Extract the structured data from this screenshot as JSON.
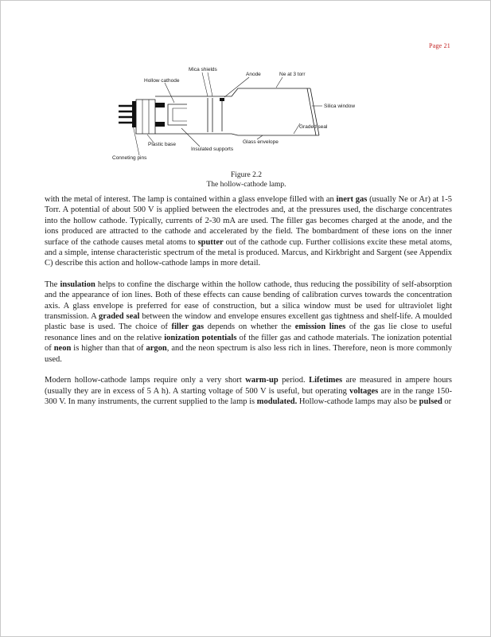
{
  "page": {
    "number_label": "Page 21"
  },
  "colors": {
    "page_number_red": "#c22020",
    "ink": "#1a1a1a"
  },
  "figure": {
    "caption_title": "Figure 2.2",
    "caption_text": "The hollow-cathode lamp.",
    "labels": {
      "mica_shields": "Mica shields",
      "anode": "Anode",
      "fill_gas": "Ne at 3 torr",
      "hollow_cathode": "Hollow cathode",
      "silica_window": "Silica window",
      "graded_seal": "Graded seal",
      "glass_envelope": "Glass envelope",
      "plastic_base": "Plastic base",
      "insulated_supports": "Insulated supports",
      "connecting_pins": "Conneting pins"
    }
  },
  "body": {
    "paragraphs": [
      {
        "runs": [
          {
            "t": "with the metal of interest. The lamp is contained within a glass envelope filled with an "
          },
          {
            "t": "inert gas",
            "b": true
          },
          {
            "t": " (usually Ne or Ar) at 1-5 Torr. A potential of about 500 V is applied between the electrodes and, at the pressures used, the discharge concentrates into the hollow cathode. Typically, currents of 2-30 mA are used. The filler gas becomes charged at the anode, and the ions produced are attracted to the cathode and accelerated by the field. The bombardment of these ions on the inner surface of the cathode causes metal atoms to "
          },
          {
            "t": "sputter",
            "b": true
          },
          {
            "t": " out of the cathode cup. Further collisions excite these metal atoms, and a simple, intense characteristic spectrum of the metal is produced. Marcus, and Kirkbright and Sargent (see Appendix C) describe this action and hollow-cathode lamps in more detail."
          }
        ]
      },
      {
        "runs": [
          {
            "t": "The "
          },
          {
            "t": "insulation",
            "b": true
          },
          {
            "t": " helps to confine the discharge within the hollow cathode, thus reducing the possibility of self-absorption and the appearance of ion lines. Both of these effects can cause bending of calibration curves towards the concentration axis. A glass envelope is preferred for ease of construction, but a silica window must be used for ultraviolet light transmission. A "
          },
          {
            "t": "graded seal",
            "b": true
          },
          {
            "t": " between the window and envelope ensures excellent gas tightness and shelf-life. A moulded plastic base is used. The choice of "
          },
          {
            "t": "filler gas",
            "b": true
          },
          {
            "t": " depends on whether the "
          },
          {
            "t": "emission lines",
            "b": true
          },
          {
            "t": " of the gas lie close to useful resonance lines and on the relative "
          },
          {
            "t": "ionization potentials",
            "b": true
          },
          {
            "t": " of the filler gas and cathode materials. The ionization potential of "
          },
          {
            "t": "neon",
            "b": true
          },
          {
            "t": " is higher than that of "
          },
          {
            "t": "argon",
            "b": true
          },
          {
            "t": ", and the neon spectrum is also less rich in lines. Therefore, neon is more commonly used."
          }
        ]
      },
      {
        "runs": [
          {
            "t": "Modern hollow-cathode lamps require only a very short "
          },
          {
            "t": "warm-up",
            "b": true
          },
          {
            "t": " period. "
          },
          {
            "t": "Lifetimes",
            "b": true
          },
          {
            "t": " are measured in ampere hours (usually they are in excess of 5 A h). A starting voltage of 500 V is useful, but operating "
          },
          {
            "t": "voltages",
            "b": true
          },
          {
            "t": " are in the range 150-300 V. In many instruments, the current supplied to the lamp is "
          },
          {
            "t": "modulated.",
            "b": true
          },
          {
            "t": " Hollow-cathode lamps may also be "
          },
          {
            "t": "pulsed",
            "b": true
          },
          {
            "t": " or"
          }
        ]
      }
    ]
  }
}
